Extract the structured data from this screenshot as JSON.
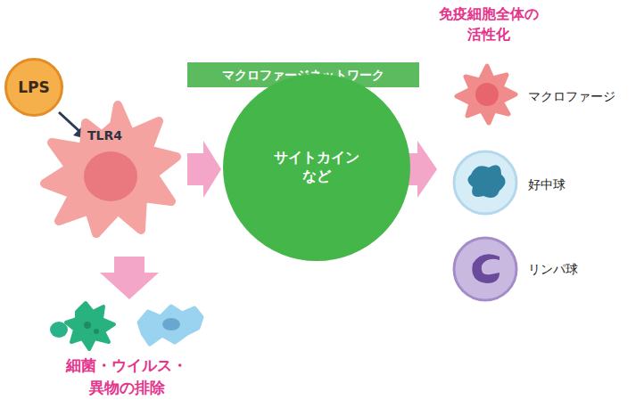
{
  "diagram": {
    "nodes": [
      {
        "text": [
          "LPS"
        ]
      },
      {
        "text": [
          "マクロファージネットワーク"
        ]
      },
      {
        "text": [
          "サイトカイン など"
        ]
      }
    ],
    "labels": [
      "TLR4",
      "免疫細胞全体の 活性化",
      "マクロファージ",
      "好中球",
      "リンパ球",
      "細菌・ウイルス・ 異物の排除"
    ]
  }
}
